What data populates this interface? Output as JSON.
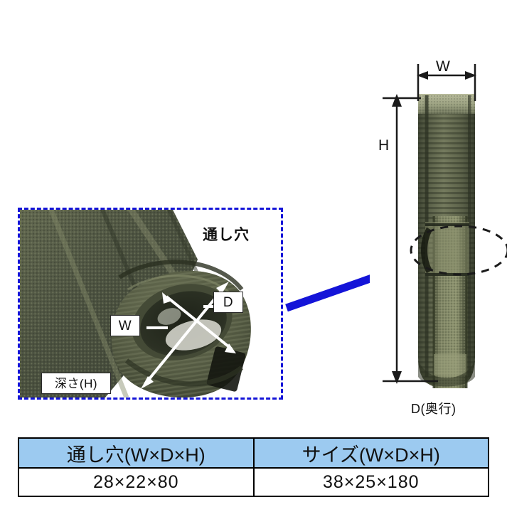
{
  "figure": {
    "detail_inset": {
      "title": "通し穴",
      "label_w": "W",
      "label_d": "D",
      "label_depth_h": "深さ(H)"
    },
    "product_photo": {
      "label_w": "W",
      "label_h": "H",
      "label_d": "D(奥行)"
    },
    "colors": {
      "inset_border": "#1414d8",
      "pointer_arrow": "#1414d8",
      "fabric_olive": "#4e5443",
      "fabric_olive_light": "#7c8264",
      "table_header_fill": "#9ccaf0",
      "table_border": "#000000",
      "dimension_line": "#000000",
      "detail_arrow": "#ffffff"
    }
  },
  "spec_table": {
    "headers": [
      "通し穴(W×D×H)",
      "サイズ(W×D×H)"
    ],
    "values": [
      "28×22×80",
      "38×25×180"
    ]
  }
}
